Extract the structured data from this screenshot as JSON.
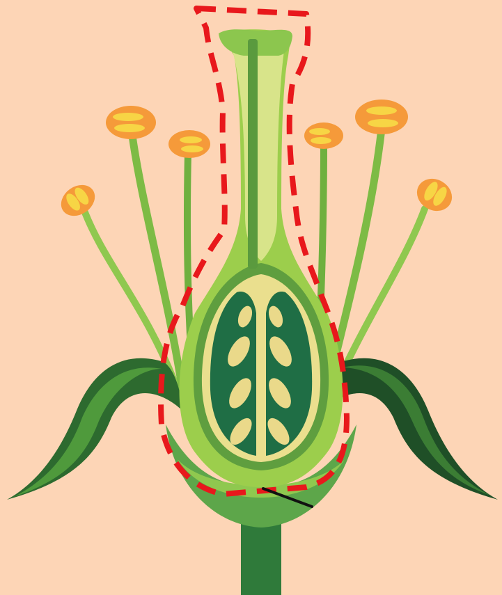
{
  "diagram": {
    "subject": "flower-cross-section",
    "highlighted_part": "pistil",
    "highlight_style": "dashed-outline",
    "pointer_line": true,
    "text_labels": [],
    "colors": {
      "background": "#fdd5b6",
      "stem": "#2f7a3a",
      "sepal_light": "#4f9a3c",
      "sepal_dark": "#1f4f27",
      "receptacle": "#5da64a",
      "filament": "#8fc84f",
      "anther": "#f59a3a",
      "pollen_sac": "#f7d545",
      "ovary_wall_outer": "#9cce4c",
      "ovary_wall_inner": "#eadf8e",
      "ovary_cavity": "#1f6e45",
      "ovule": "#ead98a",
      "style": "#7fbf4a",
      "style_core": "#5a9a3e",
      "highlight": "#e8181c",
      "pointer": "#111111"
    }
  }
}
